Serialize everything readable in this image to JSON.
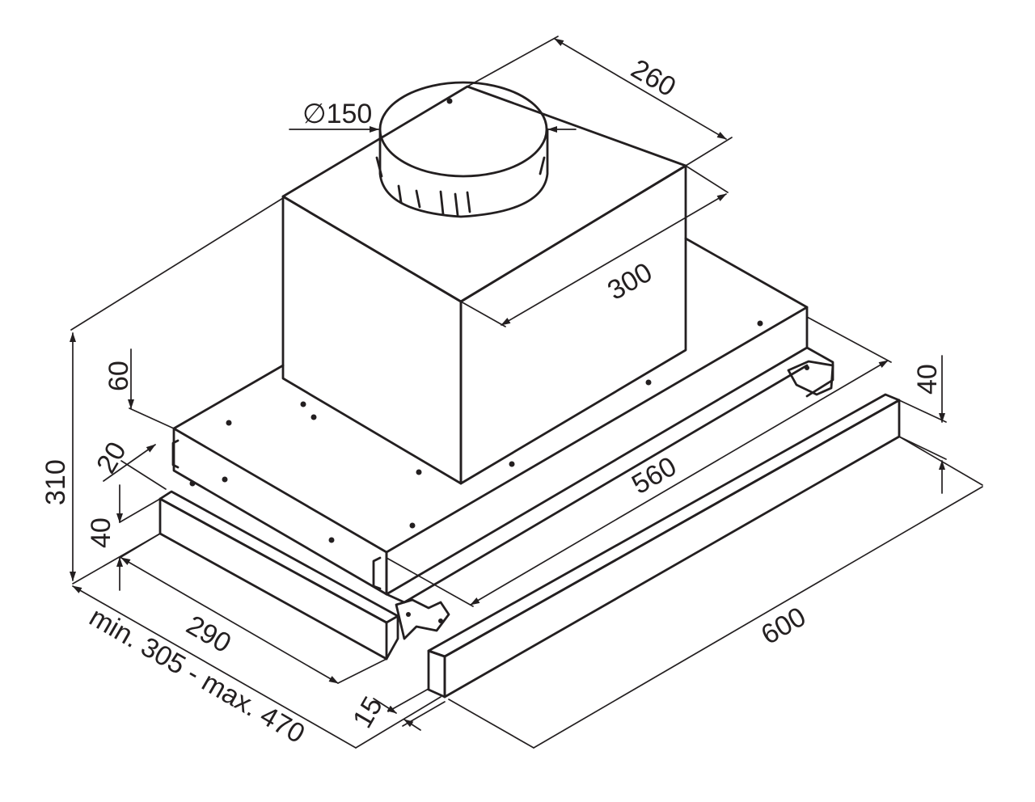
{
  "figure": "Telescopic cooker hood dimension drawing",
  "dimensions": {
    "duct_diameter": "∅150",
    "motor_depth": "260",
    "motor_width": "300",
    "overall_height": "310",
    "top_plate_height": "60",
    "slider_gap": "20",
    "slider_height": "40",
    "front_height": "40",
    "body_depth": "290",
    "extension_range": "min. 305 - max. 470",
    "inner_width": "560",
    "front_setback": "15",
    "overall_width": "600"
  },
  "colors": {
    "line": "#231f20",
    "background": "#ffffff"
  }
}
